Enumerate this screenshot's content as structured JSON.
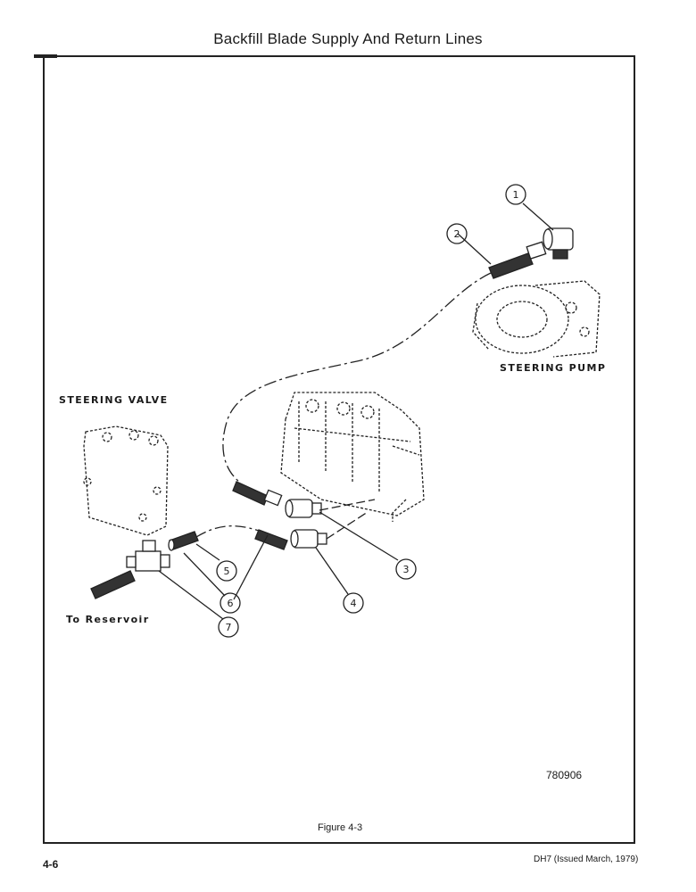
{
  "page": {
    "title": "Backfill Blade Supply And Return Lines",
    "page_number": "4-6",
    "issue_note": "DH7 (Issued March, 1979)"
  },
  "figure": {
    "caption": "Figure 4-3",
    "drawing_number": "780906",
    "labels": {
      "steering_pump": "STEERING PUMP",
      "steering_valve": "STEERING VALVE",
      "to_reservoir": "To Reservoir"
    },
    "callouts": [
      "1",
      "2",
      "3",
      "4",
      "5",
      "6",
      "7"
    ]
  }
}
